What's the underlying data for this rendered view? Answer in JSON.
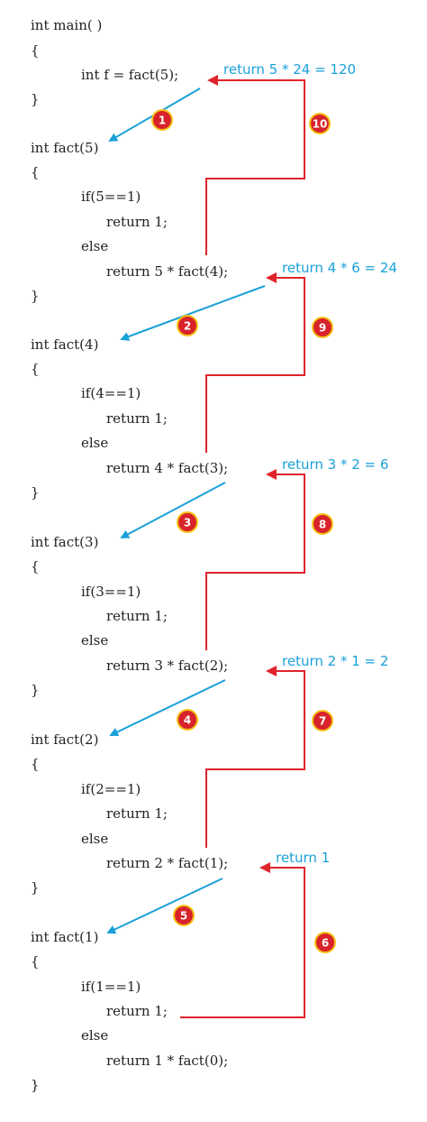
{
  "colors": {
    "call_arrow": "#1aa0d8",
    "return_line": "#e0242c",
    "return_text": "#1aa0d8",
    "badge_fill": "#d8232a",
    "badge_ring": "#f3c318",
    "code_text": "#222222"
  },
  "code_lines": [
    "int main( )",
    "{",
    "int f = fact(5);",
    "}",
    "int fact(5)",
    "{",
    "if(5==1)",
    "return 1;",
    "else",
    "return 5 * fact(4);",
    "}",
    "int fact(4)",
    "{",
    "if(4==1)",
    "return 1;",
    "else",
    "return 4 * fact(3);",
    "}",
    "int fact(3)",
    "{",
    "if(3==1)",
    "return 1;",
    "else",
    "return 3 * fact(2);",
    "}",
    "int fact(2)",
    "{",
    "if(2==1)",
    "return 1;",
    "else",
    "return 2 * fact(1);",
    "}",
    "int fact(1)",
    "{",
    "if(1==1)",
    "return 1;",
    "else",
    "return 1 * fact(0);",
    "}"
  ],
  "return_labels": [
    "return 5 * 24 = 120",
    "return 4 * 6 = 24",
    "return 3 * 2 = 6",
    "return 2 * 1 = 2",
    "return 1"
  ],
  "steps": [
    "1",
    "2",
    "3",
    "4",
    "5",
    "6",
    "7",
    "8",
    "9",
    "10"
  ]
}
